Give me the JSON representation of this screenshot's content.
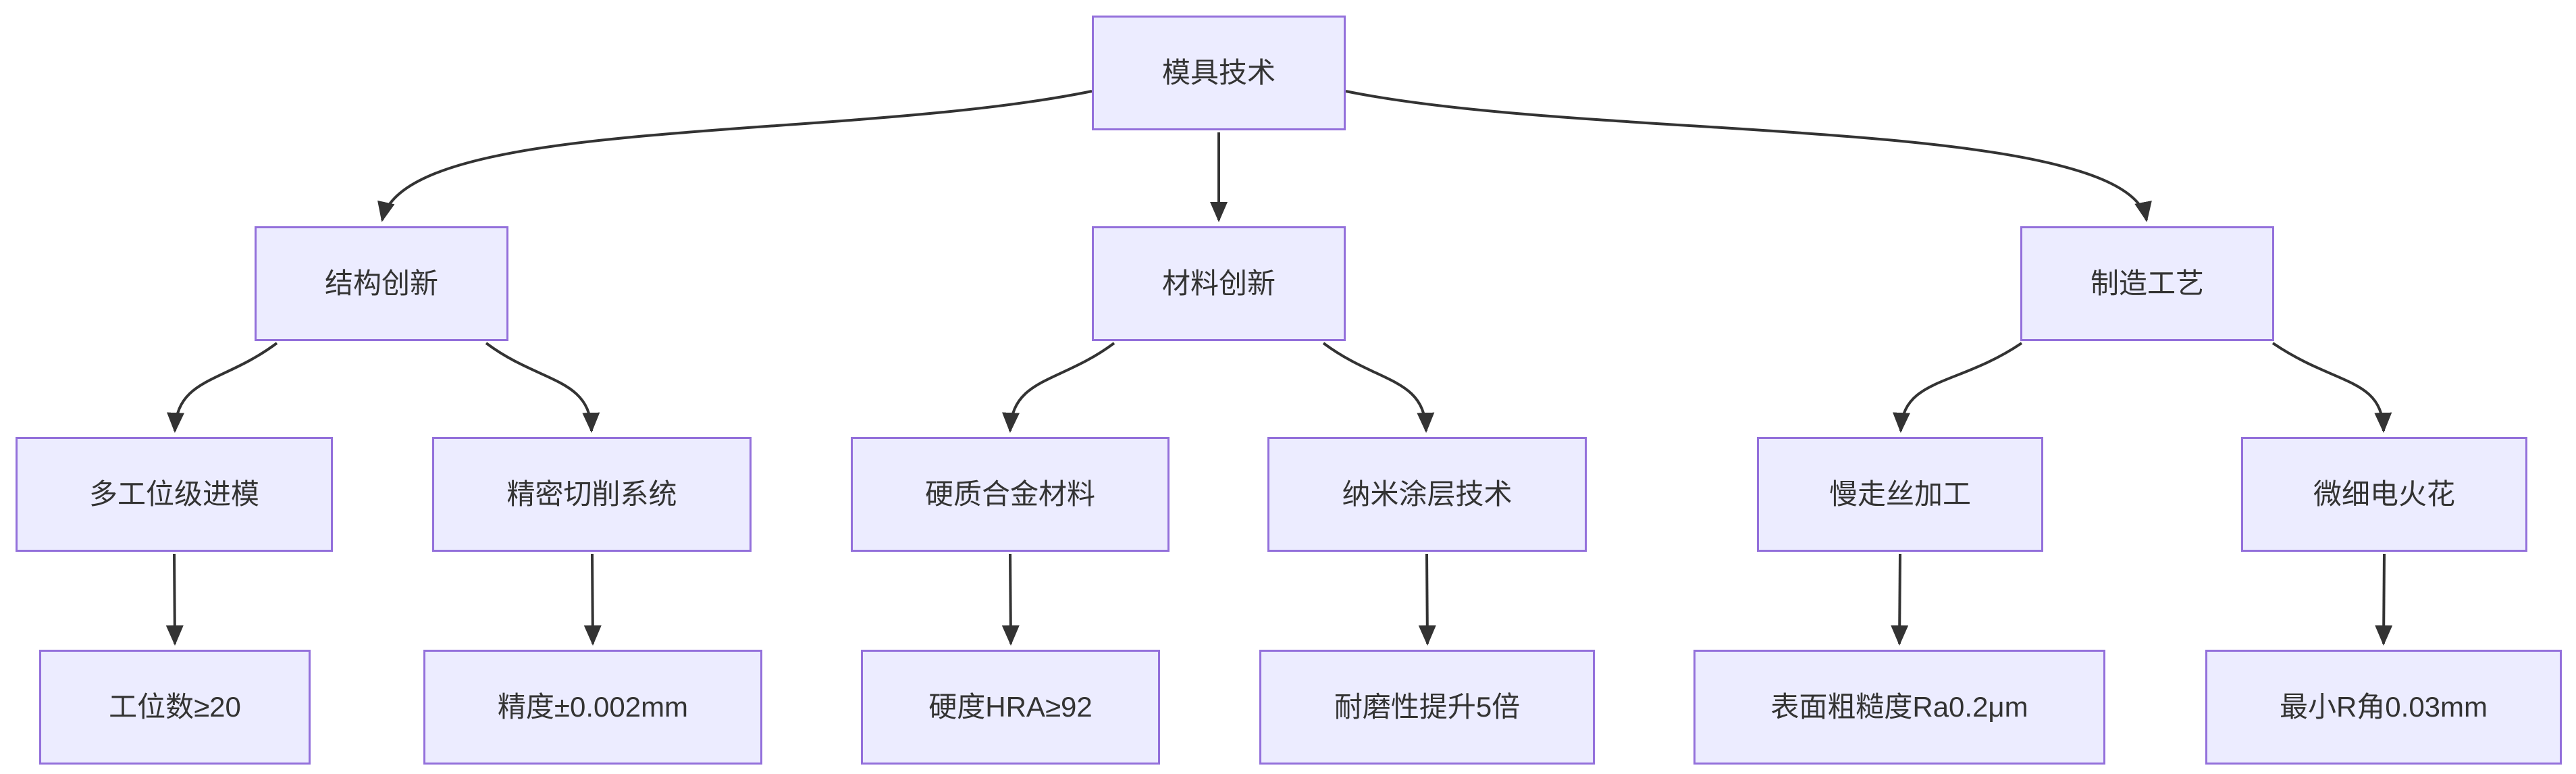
{
  "diagram": {
    "type": "flowchart",
    "direction": "top-down",
    "colors": {
      "node_fill": "#ECECFF",
      "node_border": "#9370DB",
      "edge": "#333333",
      "text": "#333333",
      "background": "#FFFFFF"
    },
    "nodes": {
      "root": {
        "label": "模具技术"
      },
      "structure": {
        "label": "结构创新"
      },
      "material": {
        "label": "材料创新"
      },
      "process": {
        "label": "制造工艺"
      },
      "multi": {
        "label": "多工位级进模"
      },
      "cutting": {
        "label": "精密切削系统"
      },
      "carbide": {
        "label": "硬质合金材料"
      },
      "nano": {
        "label": "纳米涂层技术"
      },
      "wireedm": {
        "label": "慢走丝加工"
      },
      "microedm": {
        "label": "微细电火花"
      },
      "stations": {
        "label": "工位数≥20"
      },
      "precision": {
        "label": "精度±0.002mm"
      },
      "hardness": {
        "label": "硬度HRA≥92"
      },
      "wear": {
        "label": "耐磨性提升5倍"
      },
      "roughness": {
        "label": "表面粗糙度Ra0.2μm"
      },
      "rcorner": {
        "label": "最小R角0.03mm"
      }
    },
    "edges": [
      {
        "from": "模具技术",
        "to": "结构创新"
      },
      {
        "from": "模具技术",
        "to": "材料创新"
      },
      {
        "from": "模具技术",
        "to": "制造工艺"
      },
      {
        "from": "结构创新",
        "to": "多工位级进模"
      },
      {
        "from": "结构创新",
        "to": "精密切削系统"
      },
      {
        "from": "材料创新",
        "to": "硬质合金材料"
      },
      {
        "from": "材料创新",
        "to": "纳米涂层技术"
      },
      {
        "from": "制造工艺",
        "to": "慢走丝加工"
      },
      {
        "from": "制造工艺",
        "to": "微细电火花"
      },
      {
        "from": "多工位级进模",
        "to": "工位数≥20"
      },
      {
        "from": "精密切削系统",
        "to": "精度±0.002mm"
      },
      {
        "from": "硬质合金材料",
        "to": "硬度HRA≥92"
      },
      {
        "from": "纳米涂层技术",
        "to": "耐磨性提升5倍"
      },
      {
        "from": "慢走丝加工",
        "to": "表面粗糙度Ra0.2μm"
      },
      {
        "from": "微细电火花",
        "to": "最小R角0.03mm"
      }
    ]
  }
}
